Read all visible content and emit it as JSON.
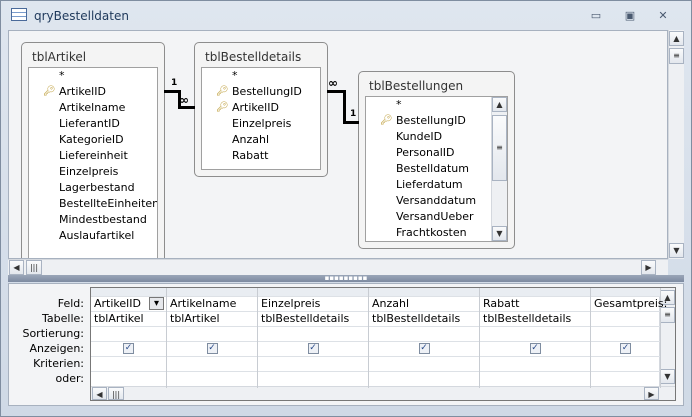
{
  "window": {
    "title": "qryBestelldaten",
    "icon": "query-icon",
    "controls": [
      "minimize",
      "restore",
      "close"
    ]
  },
  "tables": [
    {
      "name": "tblArtikel",
      "fields": [
        {
          "name": "*",
          "key": false
        },
        {
          "name": "ArtikelID",
          "key": true
        },
        {
          "name": "Artikelname",
          "key": false
        },
        {
          "name": "LieferantID",
          "key": false
        },
        {
          "name": "KategorieID",
          "key": false
        },
        {
          "name": "Liefereinheit",
          "key": false
        },
        {
          "name": "Einzelpreis",
          "key": false
        },
        {
          "name": "Lagerbestand",
          "key": false
        },
        {
          "name": "BestellteEinheiten",
          "key": false
        },
        {
          "name": "Mindestbestand",
          "key": false
        },
        {
          "name": "Auslaufartikel",
          "key": false
        }
      ]
    },
    {
      "name": "tblBestelldetails",
      "fields": [
        {
          "name": "*",
          "key": false
        },
        {
          "name": "BestellungID",
          "key": true
        },
        {
          "name": "ArtikelID",
          "key": true
        },
        {
          "name": "Einzelpreis",
          "key": false
        },
        {
          "name": "Anzahl",
          "key": false
        },
        {
          "name": "Rabatt",
          "key": false
        }
      ]
    },
    {
      "name": "tblBestellungen",
      "fields": [
        {
          "name": "*",
          "key": false
        },
        {
          "name": "BestellungID",
          "key": true
        },
        {
          "name": "KundeID",
          "key": false
        },
        {
          "name": "PersonalID",
          "key": false
        },
        {
          "name": "Bestelldatum",
          "key": false
        },
        {
          "name": "Lieferdatum",
          "key": false
        },
        {
          "name": "Versanddatum",
          "key": false
        },
        {
          "name": "VersandUeber",
          "key": false
        },
        {
          "name": "Frachtkosten",
          "key": false
        }
      ]
    }
  ],
  "relations": {
    "r1_one": "1",
    "r1_many": "∞",
    "r2_many": "∞",
    "r2_one": "1"
  },
  "grid": {
    "row_labels": [
      "Feld:",
      "Tabelle:",
      "Sortierung:",
      "Anzeigen:",
      "Kriterien:",
      "oder:"
    ],
    "columns": [
      {
        "field": "ArtikelID",
        "table": "tblArtikel",
        "show": true
      },
      {
        "field": "Artikelname",
        "table": "tblArtikel",
        "show": true
      },
      {
        "field": "Einzelpreis",
        "table": "tblBestelldetails",
        "show": true
      },
      {
        "field": "Anzahl",
        "table": "tblBestelldetails",
        "show": true
      },
      {
        "field": "Rabatt",
        "table": "tblBestelldetails",
        "show": true
      },
      {
        "field": "Gesamtpreis:",
        "table": "",
        "show": true
      }
    ]
  }
}
